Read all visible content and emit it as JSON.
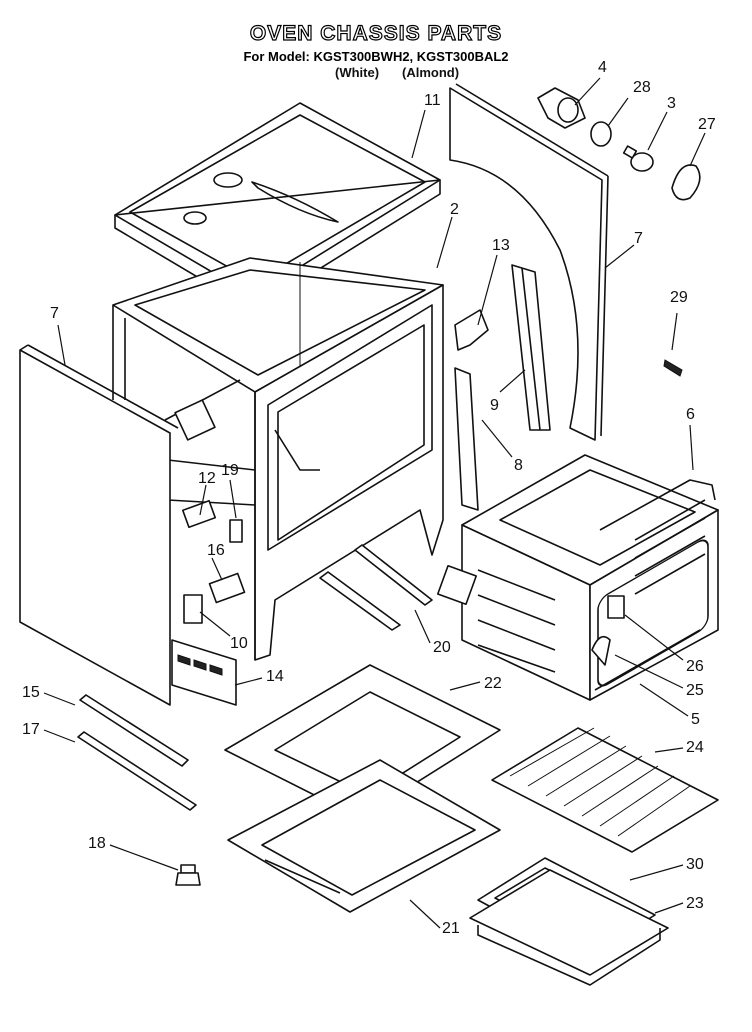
{
  "header": {
    "title": "OVEN CHASSIS PARTS",
    "model_line": "For Model: KGST300BWH2, KGST300BAL2",
    "variant_white": "(White)",
    "variant_almond": "(Almond)"
  },
  "callouts": [
    {
      "id": "4",
      "text": "4"
    },
    {
      "id": "28",
      "text": "28"
    },
    {
      "id": "3",
      "text": "3"
    },
    {
      "id": "27",
      "text": "27"
    },
    {
      "id": "11",
      "text": "11"
    },
    {
      "id": "2",
      "text": "2"
    },
    {
      "id": "7a",
      "text": "7"
    },
    {
      "id": "13",
      "text": "13"
    },
    {
      "id": "7b",
      "text": "7"
    },
    {
      "id": "29",
      "text": "29"
    },
    {
      "id": "9",
      "text": "9"
    },
    {
      "id": "6",
      "text": "6"
    },
    {
      "id": "8",
      "text": "8"
    },
    {
      "id": "12",
      "text": "12"
    },
    {
      "id": "19",
      "text": "19"
    },
    {
      "id": "16",
      "text": "16"
    },
    {
      "id": "10",
      "text": "10"
    },
    {
      "id": "20",
      "text": "20"
    },
    {
      "id": "26",
      "text": "26"
    },
    {
      "id": "14",
      "text": "14"
    },
    {
      "id": "25",
      "text": "25"
    },
    {
      "id": "15",
      "text": "15"
    },
    {
      "id": "22",
      "text": "22"
    },
    {
      "id": "5",
      "text": "5"
    },
    {
      "id": "17",
      "text": "17"
    },
    {
      "id": "24",
      "text": "24"
    },
    {
      "id": "18",
      "text": "18"
    },
    {
      "id": "30",
      "text": "30"
    },
    {
      "id": "23",
      "text": "23"
    },
    {
      "id": "21",
      "text": "21"
    }
  ]
}
